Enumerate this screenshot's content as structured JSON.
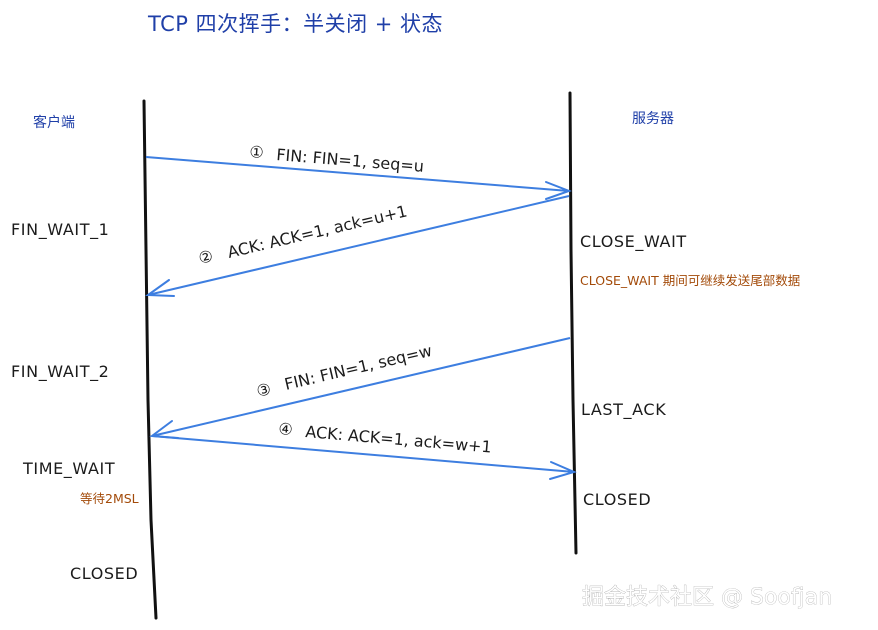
{
  "title": "TCP 四次挥手：半关闭 + 状态",
  "client_label": "客户端",
  "server_label": "服务器",
  "messages": [
    {
      "num": "①",
      "text": "FIN: FIN=1, seq=u"
    },
    {
      "num": "②",
      "text": "ACK: ACK=1, ack=u+1"
    },
    {
      "num": "③",
      "text": "FIN: FIN=1, seq=w"
    },
    {
      "num": "④",
      "text": "ACK: ACK=1, ack=w+1"
    }
  ],
  "client_states": {
    "fin_wait_1": "FIN_WAIT_1",
    "fin_wait_2": "FIN_WAIT_2",
    "time_wait": "TIME_WAIT",
    "time_wait_note": "等待2MSL",
    "closed": "CLOSED"
  },
  "server_states": {
    "close_wait": "CLOSE_WAIT",
    "close_wait_note": "CLOSE_WAIT 期间可继续发送尾部数据",
    "last_ack": "LAST_ACK",
    "closed": "CLOSED"
  },
  "watermark": "掘金技术社区 @ Soofjan",
  "colors": {
    "arrow": "#3d7ee0",
    "title": "#1f3fa8",
    "note": "#a34b0a",
    "lifeline": "#111111"
  }
}
